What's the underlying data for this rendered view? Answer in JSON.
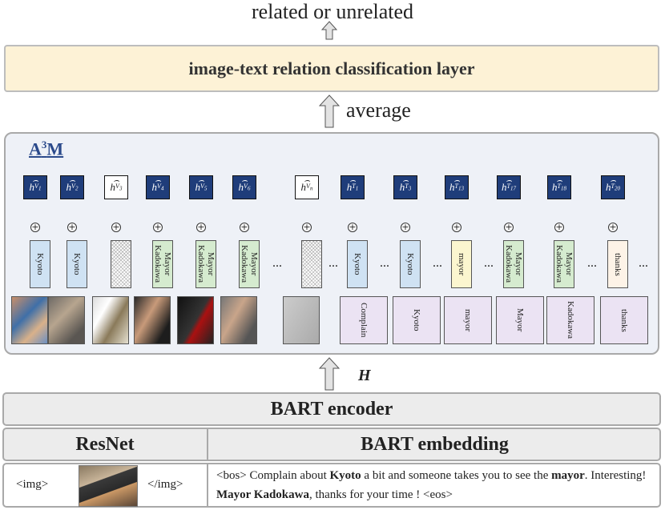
{
  "top_output": "related or unrelated",
  "classification_layer": "image-text relation classification layer",
  "average_label": "average",
  "module_title": "A",
  "module_title_sup": "3",
  "module_title_end": "M",
  "visual_hidden": [
    "V1",
    "V2",
    "V3",
    "V4",
    "V5",
    "V6",
    "Vn"
  ],
  "text_hidden": [
    "T1",
    "T3",
    "T13",
    "T17",
    "T18",
    "T20"
  ],
  "visual_tokens": [
    "Kyoto",
    "Kyoto",
    "",
    "Mayor Kadokawa",
    "Mayor Kadokawa",
    "Mayor Kadokawa",
    "",
    ""
  ],
  "text_tokens": [
    "Kyoto",
    "Kyoto",
    "mayor",
    "Mayor Kadokawa",
    "Mayor Kadokawa",
    "thanks"
  ],
  "text_words": [
    "Complain",
    "Kyoto",
    "mayor",
    "Mayor",
    "Kadokawa",
    "thanks"
  ],
  "ellipsis": "...",
  "H_label": "H",
  "bart_encoder": "BART encoder",
  "resnet": "ResNet",
  "bart_embedding": "BART embedding",
  "img_open": "<img>",
  "img_close": "</img>",
  "sentence": {
    "p1": "<bos> Complain about ",
    "b1": "Kyoto",
    "p2": " a bit and someone takes you to see the ",
    "b2": "mayor",
    "p3": ". Interesting! ",
    "b3": "Mayor Kadokawa",
    "p4": ", thanks for your time ! <eos>"
  }
}
